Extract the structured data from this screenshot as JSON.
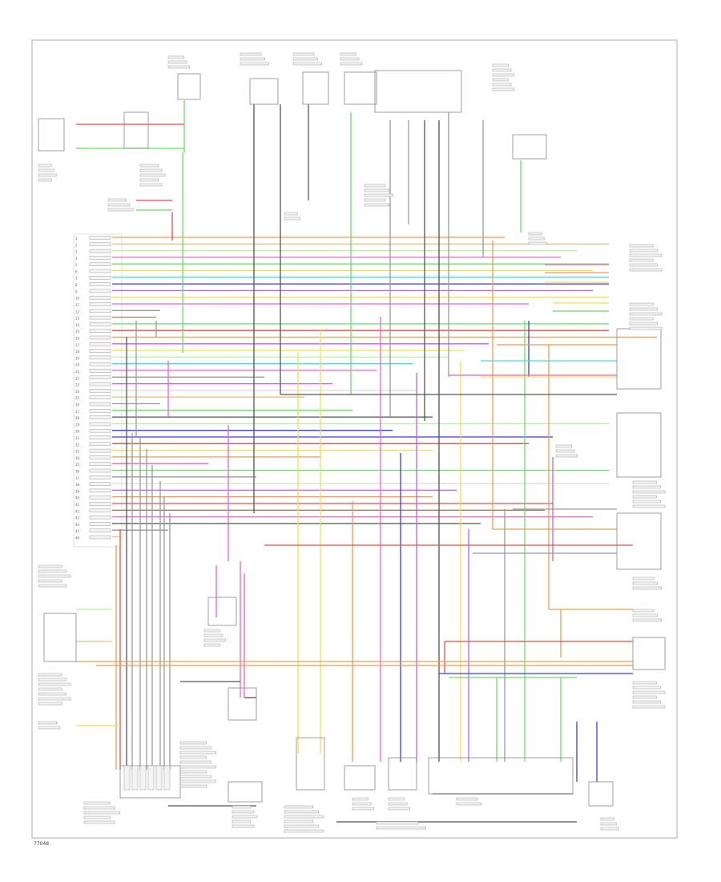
{
  "diagram": {
    "corner_code": "77048",
    "pins": [
      "1",
      "2",
      "3",
      "4",
      "5",
      "6",
      "7",
      "8",
      "9",
      "10",
      "11",
      "12",
      "13",
      "14",
      "15",
      "16",
      "17",
      "18",
      "19",
      "20",
      "21",
      "22",
      "23",
      "24",
      "25",
      "26",
      "27",
      "28",
      "29",
      "30",
      "31",
      "32",
      "33",
      "34",
      "35",
      "36",
      "37",
      "38",
      "39",
      "40",
      "41",
      "42",
      "43",
      "44",
      "45",
      "46"
    ],
    "colors": {
      "red": "#f04848",
      "green": "#66e066",
      "yellow": "#f0e048",
      "orange": "#f09a50",
      "blue": "#3a3af0",
      "violet": "#c060f0",
      "pink": "#f060c8",
      "cyan": "#40e0e0",
      "brown": "#a08060",
      "gray": "#9a9a9a",
      "black": "#555555",
      "lightgreen": "#b8f0a0",
      "tan": "#e0c090",
      "white": "#d8d8d8"
    }
  }
}
